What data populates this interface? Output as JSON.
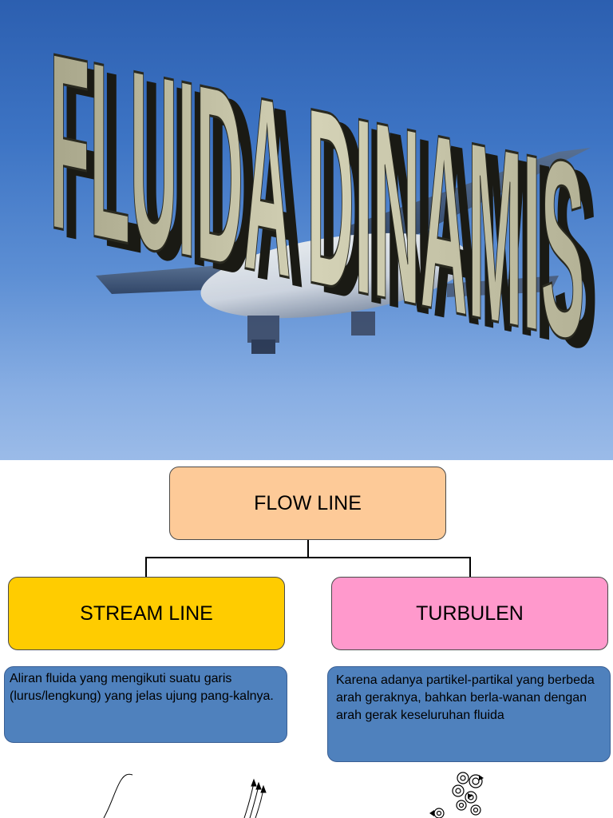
{
  "slide1": {
    "title": "FLUIDA DINAMIS"
  },
  "slide2": {
    "root": "FLOW LINE",
    "left_branch": {
      "label": "STREAM LINE",
      "description": "Aliran fluida yang mengikuti suatu garis (lurus/lengkung) yang jelas ujung pang-kalnya."
    },
    "right_branch": {
      "label": "TURBULEN",
      "description": "Karena adanya partikel-partikal yang berbeda arah geraknya, bahkan berla-wanan dengan arah gerak keseluruhan fluida"
    }
  },
  "colors": {
    "sky_top": "#2c5fb0",
    "sky_bottom": "#9bbbe8",
    "flow_line_box": "#fdca98",
    "stream_line_box": "#ffcc00",
    "turbulen_box": "#ff99cc",
    "description_box": "#4f81bd",
    "title_letters": "#c9c7a8"
  },
  "icons": [
    "airplane-image",
    "streamline-sketch-icon",
    "turbulence-sketch-icon"
  ]
}
